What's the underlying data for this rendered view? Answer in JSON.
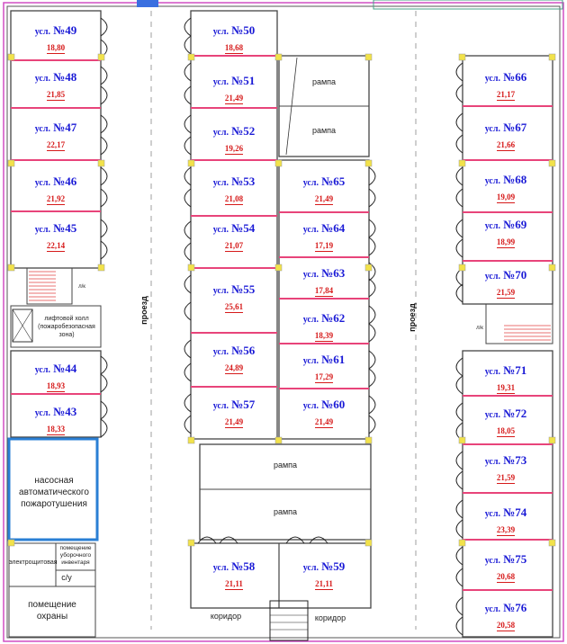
{
  "units": [
    {
      "id": "49",
      "label": "№49",
      "prefix": "усл.",
      "area": "18,80"
    },
    {
      "id": "48",
      "label": "№48",
      "prefix": "усл.",
      "area": "21,85"
    },
    {
      "id": "47",
      "label": "№47",
      "prefix": "усл.",
      "area": "22,17"
    },
    {
      "id": "46",
      "label": "№46",
      "prefix": "усл.",
      "area": "21,92"
    },
    {
      "id": "45",
      "label": "№45",
      "prefix": "усл.",
      "area": "22,14"
    },
    {
      "id": "44",
      "label": "№44",
      "prefix": "усл.",
      "area": "18,93"
    },
    {
      "id": "43",
      "label": "№43",
      "prefix": "усл.",
      "area": "18,33"
    },
    {
      "id": "50",
      "label": "№50",
      "prefix": "усл.",
      "area": "18,68"
    },
    {
      "id": "51",
      "label": "№51",
      "prefix": "усл.",
      "area": "21,49"
    },
    {
      "id": "52",
      "label": "№52",
      "prefix": "усл.",
      "area": "19,26"
    },
    {
      "id": "53",
      "label": "№53",
      "prefix": "усл.",
      "area": "21,08"
    },
    {
      "id": "54",
      "label": "№54",
      "prefix": "усл.",
      "area": "21,07"
    },
    {
      "id": "55",
      "label": "№55",
      "prefix": "усл.",
      "area": "25,61"
    },
    {
      "id": "56",
      "label": "№56",
      "prefix": "усл.",
      "area": "24,89"
    },
    {
      "id": "57",
      "label": "№57",
      "prefix": "усл.",
      "area": "21,49"
    },
    {
      "id": "65",
      "label": "№65",
      "prefix": "усл.",
      "area": "21,49"
    },
    {
      "id": "64",
      "label": "№64",
      "prefix": "усл.",
      "area": "17,19"
    },
    {
      "id": "63",
      "label": "№63",
      "prefix": "усл.",
      "area": "17,84"
    },
    {
      "id": "62",
      "label": "№62",
      "prefix": "усл.",
      "area": "18,39"
    },
    {
      "id": "61",
      "label": "№61",
      "prefix": "усл.",
      "area": "17,29"
    },
    {
      "id": "60",
      "label": "№60",
      "prefix": "усл.",
      "area": "21,49"
    },
    {
      "id": "58",
      "label": "№58",
      "prefix": "усл.",
      "area": "21,11"
    },
    {
      "id": "59",
      "label": "№59",
      "prefix": "усл.",
      "area": "21,11"
    },
    {
      "id": "66",
      "label": "№66",
      "prefix": "усл.",
      "area": "21,17"
    },
    {
      "id": "67",
      "label": "№67",
      "prefix": "усл.",
      "area": "21,66"
    },
    {
      "id": "68",
      "label": "№68",
      "prefix": "усл.",
      "area": "19,09"
    },
    {
      "id": "69",
      "label": "№69",
      "prefix": "усл.",
      "area": "18,99"
    },
    {
      "id": "70",
      "label": "№70",
      "prefix": "усл.",
      "area": "21,59"
    },
    {
      "id": "71",
      "label": "№71",
      "prefix": "усл.",
      "area": "19,31"
    },
    {
      "id": "72",
      "label": "№72",
      "prefix": "усл.",
      "area": "18,05"
    },
    {
      "id": "73",
      "label": "№73",
      "prefix": "усл.",
      "area": "21,59"
    },
    {
      "id": "74",
      "label": "№74",
      "prefix": "усл.",
      "area": "23,39"
    },
    {
      "id": "75",
      "label": "№75",
      "prefix": "усл.",
      "area": "20,68"
    },
    {
      "id": "76",
      "label": "№76",
      "prefix": "усл.",
      "area": "20,58"
    }
  ],
  "labels": {
    "ramp": "рампа",
    "passage": "проезд",
    "corridor": "коридор",
    "elevator_hall": "лифтовой холл (пожаробезопасная зона)",
    "pump_room": "насосная автоматического пожаротушения",
    "electrical": "электрощитовая",
    "cleaning_room": "помещение уборочного инвентаря",
    "wc": "с/у",
    "security_room": "помещение охраны",
    "stair_left": "л/к",
    "stair_right": "л/к"
  },
  "colors": {
    "unit_name": "#1a1ad6",
    "unit_area": "#d61a1a",
    "partition": "#e8447a",
    "pump_room_border": "#2a7fd4",
    "walls": "#444444",
    "stair_fill": "#e04040",
    "column": "#f2e24a",
    "outer_outline": "#d04fc4"
  }
}
